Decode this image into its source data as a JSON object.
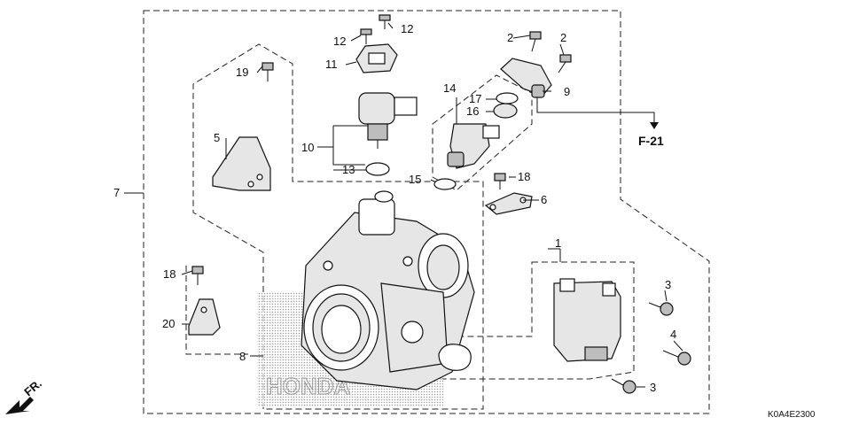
{
  "diagram": {
    "reference": "F-21",
    "catalog_code": "K0A4E2300",
    "front_marker": "FR.",
    "callouts": [
      {
        "id": "c1",
        "text": "1"
      },
      {
        "id": "c2a",
        "text": "2"
      },
      {
        "id": "c2b",
        "text": "2"
      },
      {
        "id": "c3a",
        "text": "3"
      },
      {
        "id": "c3b",
        "text": "3"
      },
      {
        "id": "c4",
        "text": "4"
      },
      {
        "id": "c5",
        "text": "5"
      },
      {
        "id": "c6",
        "text": "6"
      },
      {
        "id": "c7",
        "text": "7"
      },
      {
        "id": "c8",
        "text": "8"
      },
      {
        "id": "c9",
        "text": "9"
      },
      {
        "id": "c10",
        "text": "10"
      },
      {
        "id": "c11",
        "text": "11"
      },
      {
        "id": "c12a",
        "text": "12"
      },
      {
        "id": "c12b",
        "text": "12"
      },
      {
        "id": "c13",
        "text": "13"
      },
      {
        "id": "c14",
        "text": "14"
      },
      {
        "id": "c15",
        "text": "15"
      },
      {
        "id": "c16",
        "text": "16"
      },
      {
        "id": "c17",
        "text": "17"
      },
      {
        "id": "c18a",
        "text": "18"
      },
      {
        "id": "c18b",
        "text": "18"
      },
      {
        "id": "c19",
        "text": "19"
      },
      {
        "id": "c20",
        "text": "20"
      }
    ]
  }
}
